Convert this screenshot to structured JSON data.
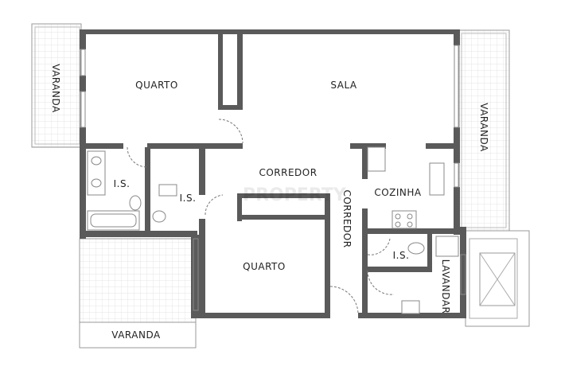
{
  "rooms": {
    "quarto_top": "QUARTO",
    "sala": "SALA",
    "varanda_left": "VARANDA",
    "varanda_right": "VARANDA",
    "varanda_bottom": "VARANDA",
    "is_left": "I.S.",
    "is_middle": "I.S.",
    "is_right": "I.S.",
    "corredor_h": "CORREDOR",
    "corredor_v": "CORREDOR",
    "cozinha": "COZINHA",
    "quarto_bottom": "QUARTO",
    "lavandar": "LAVANDAR"
  },
  "watermark": "PROPERTY",
  "colors": {
    "wall": "#5a5a5a",
    "background": "#ffffff"
  }
}
